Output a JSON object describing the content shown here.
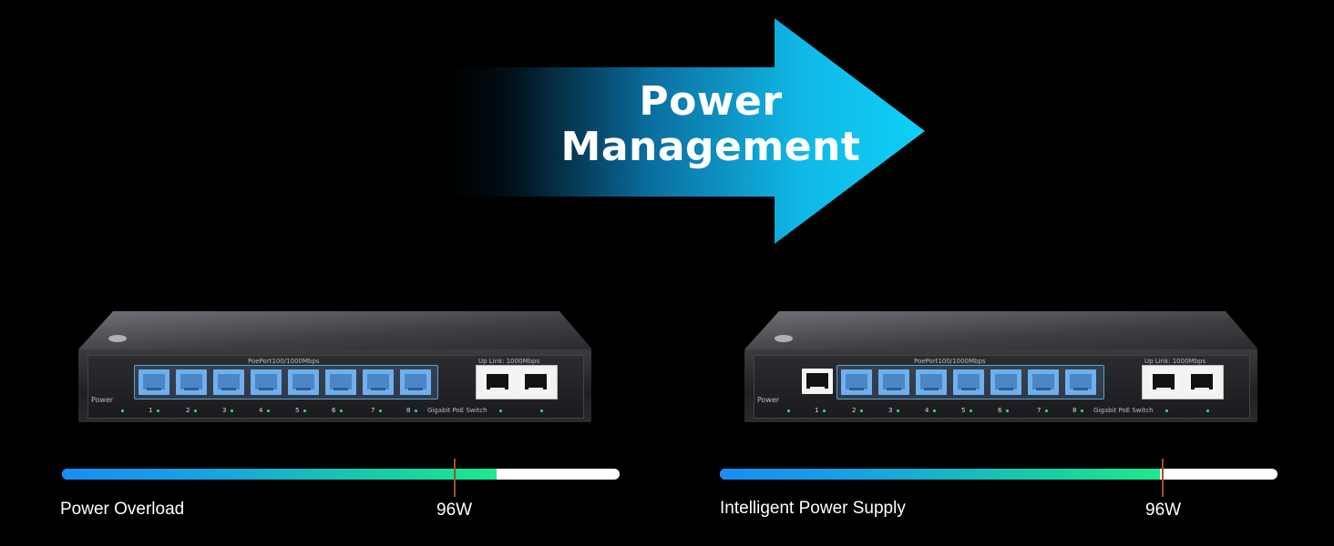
{
  "headline": {
    "line1": "Power",
    "line2": "Management"
  },
  "switch_labels": {
    "poe_ports": "PoePort100/1000Mbps",
    "uplink": "Up Link: 1000Mbps",
    "model": "Gigabit PoE Switch",
    "power": "Power",
    "port_numbers": [
      "1",
      "2",
      "3",
      "4",
      "5",
      "6",
      "7",
      "8"
    ]
  },
  "left": {
    "caption": "Power Overload",
    "marker_label": "96W",
    "load_fraction": 0.78
  },
  "right": {
    "caption": "Intelligent Power Supply",
    "marker_label": "96W",
    "load_fraction": 0.79
  },
  "colors": {
    "arrow": "#12c6f0",
    "marker": "#a1521f",
    "led": "#2ee86a"
  }
}
